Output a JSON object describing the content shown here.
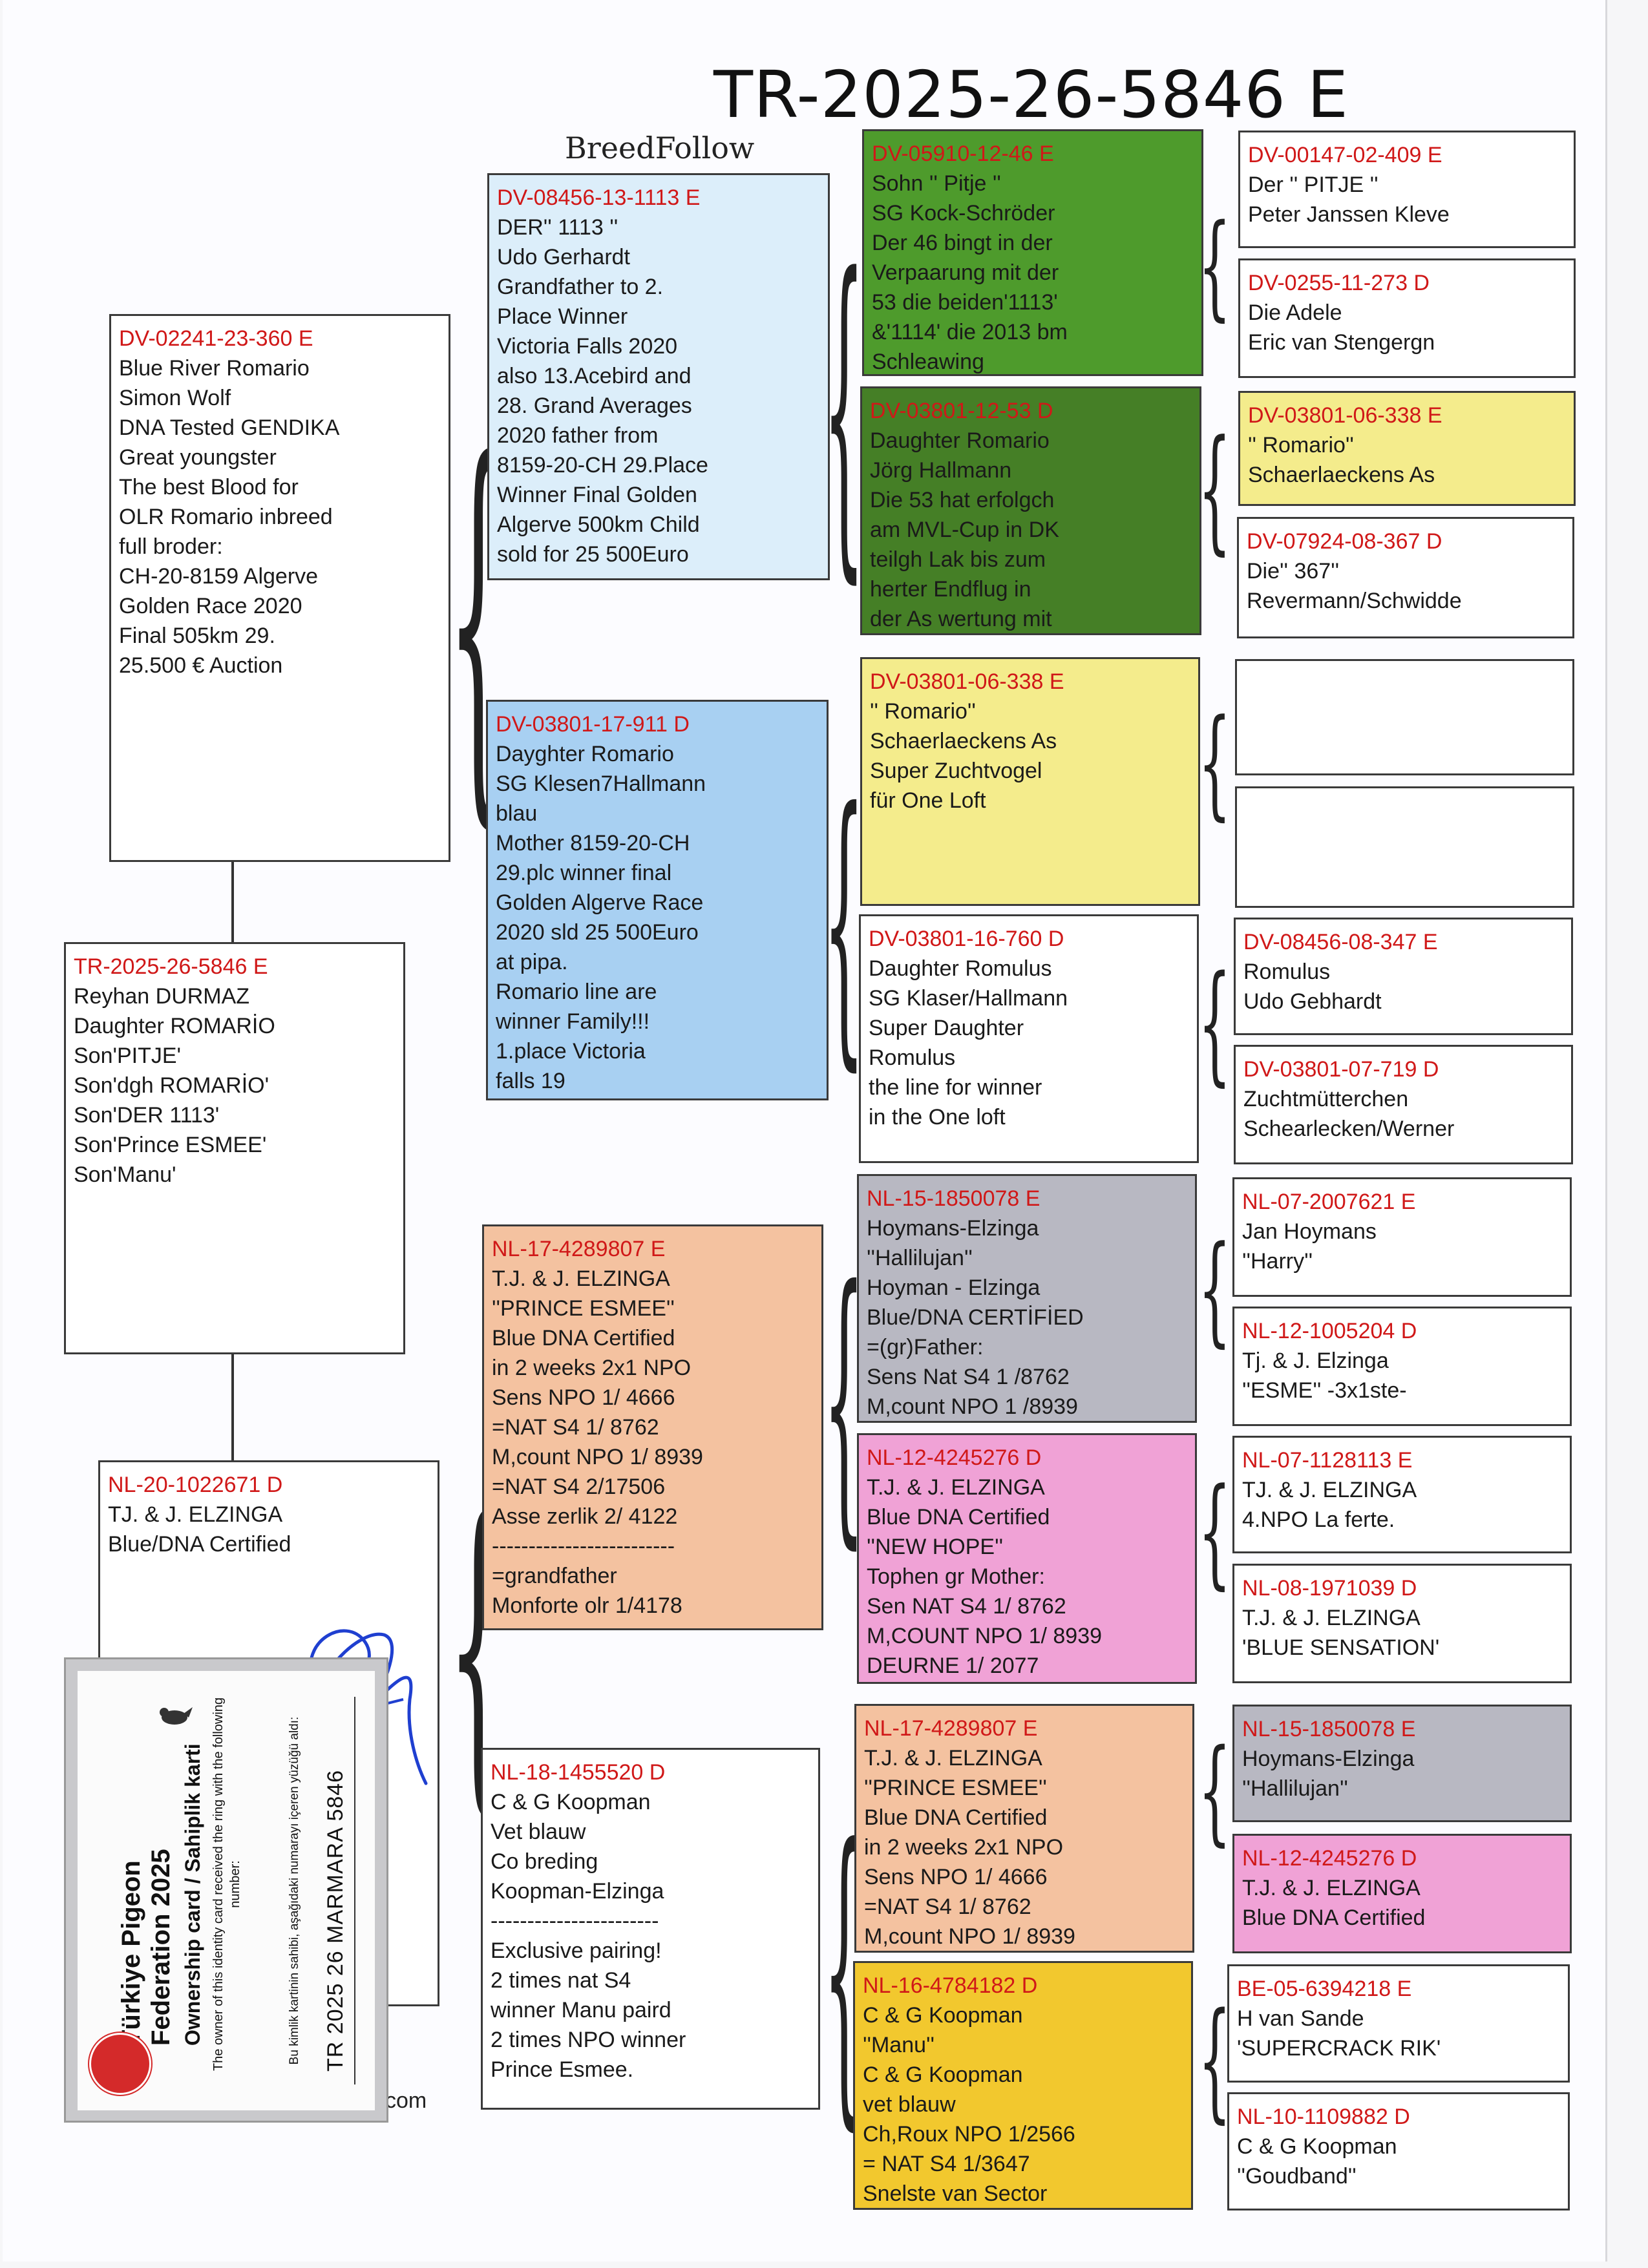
{
  "page": {
    "title": "TR-2025-26-5846 E",
    "brand": "BreedFollow",
    "footer_fragment": "com"
  },
  "colors": {
    "ring_red": "#d01818",
    "light_blue": "#dceefa",
    "blue": "#a8d0f2",
    "green": "#4e9b2c",
    "green_dark": "#457f26",
    "yellow": "#f4ec8c",
    "salmon": "#f4c2a0",
    "grey": "#b8b8c2",
    "pink": "#f0a2d6",
    "gold": "#f2c82e",
    "white": "#ffffff"
  },
  "pedigree": {
    "subject": {
      "ring": "TR-2025-26-5846 E",
      "lines": [
        "Reyhan DURMAZ",
        "Daughter ROMARİO",
        "Son'PITJE'",
        "Son'dgh ROMARİO'",
        "Son'DER 1113'",
        "Son'Prince ESMEE'",
        "Son'Manu'"
      ]
    },
    "sire": {
      "ring": "DV-02241-23-360 E",
      "lines": [
        "Blue River Romario",
        "Simon Wolf",
        "DNA Tested GENDIKA",
        "Great youngster",
        "The best Blood for",
        "OLR Romario inbreed",
        "full broder:",
        "CH-20-8159 Algerve",
        "Golden Race 2020",
        "Final 505km  29.",
        "25.500 € Auction"
      ]
    },
    "dam": {
      "ring": "NL-20-1022671 D",
      "lines": [
        "TJ. & J. ELZINGA",
        "Blue/DNA Certified"
      ]
    },
    "g2_ss": {
      "ring": "DV-08456-13-1113 E",
      "lines": [
        "DER'' 1113 ''",
        "Udo Gerhardt",
        "Grandfather to 2.",
        "Place Winner",
        "Victoria Falls 2020",
        "also 13.Acebird and",
        "28. Grand Averages",
        "2020 father from",
        "8159-20-CH 29.Place",
        "Winner Final Golden",
        "Algerve 500km Child",
        "sold for 25 500Euro"
      ]
    },
    "g2_sd": {
      "ring": "DV-03801-17-911 D",
      "lines": [
        "Dayghter Romario",
        "SG Klesen7Hallmann",
        "blau",
        "Mother 8159-20-CH",
        "29.plc winner final",
        "Golden Algerve Race",
        "2020 sld 25 500Euro",
        "at pipa.",
        "Romario line are",
        "winner Family!!!",
        "1.place Victoria",
        "falls 19"
      ]
    },
    "g2_ds": {
      "ring": "NL-17-4289807 E",
      "lines": [
        "T.J. & J. ELZINGA",
        "''PRINCE ESMEE''",
        "Blue DNA Certified",
        "in 2 weeks 2x1 NPO",
        "Sens NPO     1/ 4666",
        "=NAT S4      1/ 8762",
        "M,count NPO 1/ 8939",
        "=NAT S4      2/17506",
        "Asse zerlik 2/ 4122",
        "-------------------------",
        "=grandfather",
        "Monforte olr 1/4178"
      ]
    },
    "g2_dd": {
      "ring": "NL-18-1455520 D",
      "lines": [
        "C & G Koopman",
        "Vet blauw",
        "Co breding",
        "Koopman-Elzinga",
        "-----------------------",
        "Exclusive pairing!",
        "2 times nat S4",
        "winner Manu paird",
        "2 times NPO winner",
        "Prince Esmee."
      ]
    },
    "g3_1": {
      "ring": "DV-05910-12-46 E",
      "lines": [
        "Sohn '' Pitje ''",
        "SG Kock-Schröder",
        "Der 46 bingt in der",
        "Verpaarung mit der",
        "53 die beiden'1113'",
        "&'1114' die 2013 bm",
        "Schleawing"
      ]
    },
    "g3_2": {
      "ring": "DV-03801-12-53 D",
      "lines": [
        "Daughter Romario",
        "Jörg Hallmann",
        "Die 53 hat erfolgch",
        "am MVL-Cup in DK",
        "teilgh Lak bis zum",
        "herter Endflug in",
        "der As wertung mit"
      ]
    },
    "g3_3": {
      "ring": "DV-03801-06-338 E",
      "lines": [
        "'' Romario''",
        "Schaerlaeckens As",
        "Super Zuchtvogel",
        "für One Loft"
      ]
    },
    "g3_4": {
      "ring": "DV-03801-16-760 D",
      "lines": [
        "Daughter Romulus",
        "SG Klaser/Hallmann",
        "Super Daughter",
        "Romulus",
        "the line for winner",
        "in the One loft"
      ]
    },
    "g3_5": {
      "ring": "NL-15-1850078 E",
      "lines": [
        "Hoymans-Elzinga",
        "''Hallilujan''",
        "Hoyman - Elzinga",
        "Blue/DNA CERTİFİED",
        "=(gr)Father:",
        "Sens Nat S4 1 /8762",
        "M,count NPO 1 /8939"
      ]
    },
    "g3_6": {
      "ring": "NL-12-4245276 D",
      "lines": [
        "T.J. & J. ELZINGA",
        "Blue DNA Certified",
        "''NEW HOPE''",
        "Tophen gr Mother:",
        "Sen NAT S4  1/ 8762",
        "M,COUNT NPO 1/ 8939",
        "DEURNE        1/ 2077"
      ]
    },
    "g3_7": {
      "ring": "NL-17-4289807 E",
      "lines": [
        "T.J. & J. ELZINGA",
        "''PRINCE ESMEE''",
        "Blue DNA Certified",
        "in 2 weeks 2x1 NPO",
        "Sens NPO     1/ 4666",
        "=NAT S4      1/ 8762",
        "M,count NPO 1/ 8939"
      ]
    },
    "g3_8": {
      "ring": "NL-16-4784182 D",
      "lines": [
        "C & G Koopman",
        "''Manu''",
        "C & G Koopman",
        "vet blauw",
        "Ch,Roux NPO  1/2566",
        "= NAT S4      1/3647",
        "Snelste van Sector"
      ]
    },
    "g4_1": {
      "ring": "DV-00147-02-409 E",
      "lines": [
        "Der '' PITJE ''",
        "Peter Janssen Kleve"
      ]
    },
    "g4_2": {
      "ring": "DV-0255-11-273 D",
      "lines": [
        "Die Adele",
        "Eric van Stengergn"
      ]
    },
    "g4_3": {
      "ring": "DV-03801-06-338 E",
      "lines": [
        "'' Romario''",
        "Schaerlaeckens As"
      ]
    },
    "g4_4": {
      "ring": "DV-07924-08-367 D",
      "lines": [
        "Die'' 367''",
        "Revermann/Schwidde"
      ]
    },
    "g4_5": {
      "ring": "",
      "lines": []
    },
    "g4_6": {
      "ring": "",
      "lines": []
    },
    "g4_7": {
      "ring": "DV-08456-08-347 E",
      "lines": [
        "Romulus",
        "Udo Gebhardt"
      ]
    },
    "g4_8": {
      "ring": "DV-03801-07-719 D",
      "lines": [
        "Zuchtmütterchen",
        "Schearlecken/Werner"
      ]
    },
    "g4_9": {
      "ring": "NL-07-2007621 E",
      "lines": [
        "Jan Hoymans",
        "''Harry''"
      ]
    },
    "g4_10": {
      "ring": "NL-12-1005204 D",
      "lines": [
        "Tj. & J. Elzinga",
        "''ESME'' -3x1ste-"
      ]
    },
    "g4_11": {
      "ring": "NL-07-1128113 E",
      "lines": [
        "TJ. & J. ELZINGA",
        "4.NPO La ferte."
      ]
    },
    "g4_12": {
      "ring": "NL-08-1971039 D",
      "lines": [
        "T.J. & J. ELZINGA",
        "'BLUE SENSATION'"
      ]
    },
    "g4_13": {
      "ring": "NL-15-1850078 E",
      "lines": [
        "Hoymans-Elzinga",
        "''Hallilujan''"
      ]
    },
    "g4_14": {
      "ring": "NL-12-4245276 D",
      "lines": [
        "T.J. & J. ELZINGA",
        "Blue DNA Certified"
      ]
    },
    "g4_15": {
      "ring": "BE-05-6394218 E",
      "lines": [
        "H van Sande",
        "'SUPERCRACK RIK'"
      ]
    },
    "g4_16": {
      "ring": "NL-10-1109882 D",
      "lines": [
        "C & G Koopman",
        "''Goudband''"
      ]
    }
  },
  "ownership_card": {
    "org_line1": "Türkiye Pigeon",
    "org_line2": "Federation 2025",
    "card_title": "Ownership card / Sahiplik karti",
    "en_text": "The owner of this identity card received the ring with the following number:",
    "tr_text": "Bu kimlik kartinin sahibi, aşağıdaki numarayı içeren yüzüğü aldı:",
    "ring_number": "TR 2025 26 MARMARA 5846"
  }
}
